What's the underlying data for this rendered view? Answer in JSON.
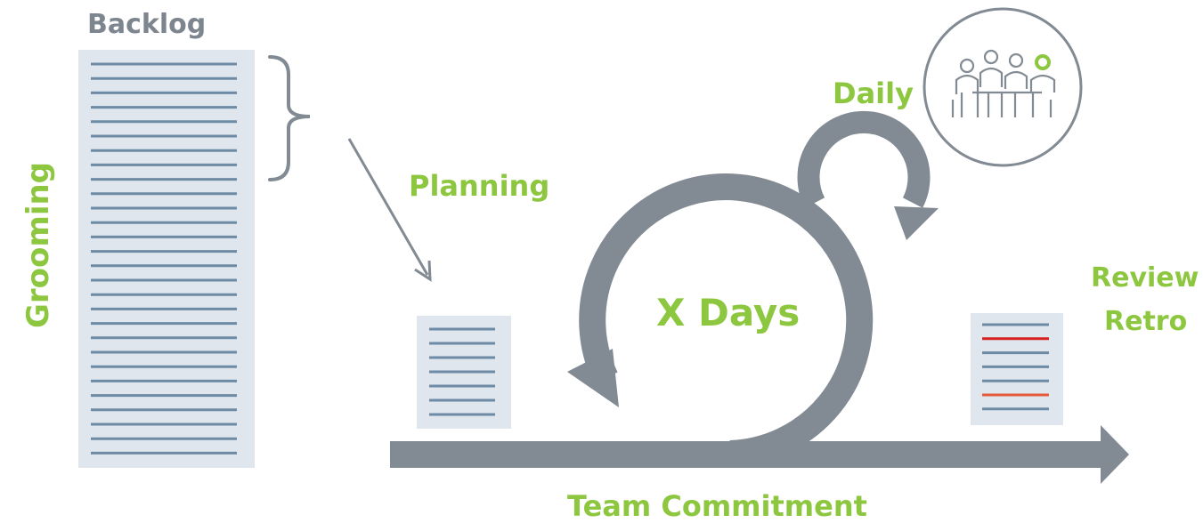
{
  "labels": {
    "backlog": "Backlog",
    "grooming": "Grooming",
    "planning": "Planning",
    "daily": "Daily",
    "sprint_length": "X Days",
    "review": "Review",
    "retro": "Retro",
    "team_commitment": "Team Commitment"
  },
  "colors": {
    "accent_green": "#8dc63f",
    "arrow_gray": "#828a93",
    "line_blue": "#6d8ba4",
    "doc_bg": "#dfe6ee",
    "highlight_red": "#d62020",
    "highlight_orange": "#e45a3a"
  },
  "icons": {
    "meeting": "team-meeting-icon"
  }
}
